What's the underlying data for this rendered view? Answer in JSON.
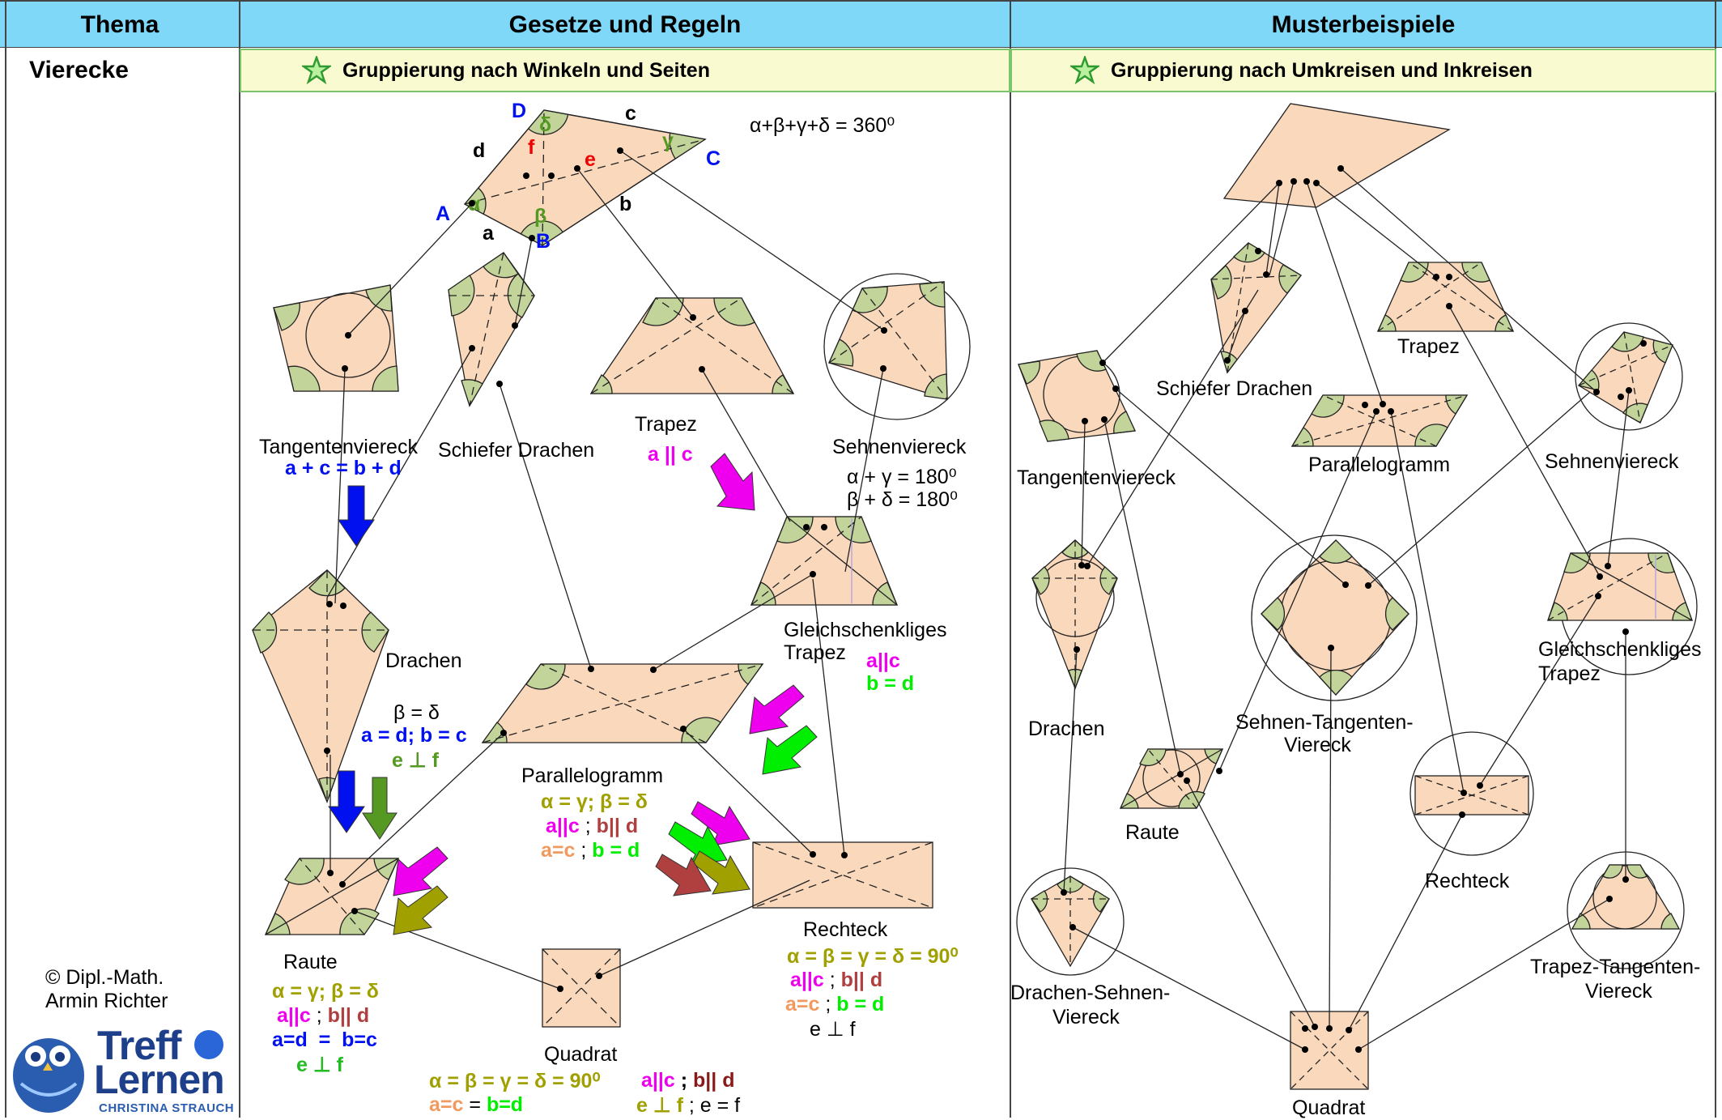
{
  "header": {
    "col1": "Thema",
    "col2": "Gesetze und Regeln",
    "col3": "Musterbeispiele"
  },
  "topic": "Vierecke",
  "left_subheader": "Gruppierung nach Winkeln und Seiten",
  "right_subheader": "Gruppierung nach Umkreisen und Inkreisen",
  "copyright": {
    "line1": "© Dipl.-Math.",
    "line2": "Armin Richter"
  },
  "logo": {
    "word1": "Treff",
    "word2": "Lernen",
    "sub": "CHRISTINA STRAUCH",
    "icon": "owl-icon"
  },
  "main_quad": {
    "vertices": [
      "A",
      "B",
      "C",
      "D"
    ],
    "sides": [
      "a",
      "b",
      "c",
      "d"
    ],
    "diagonals": [
      "e",
      "f"
    ],
    "angles": [
      "α",
      "β",
      "γ",
      "δ"
    ],
    "angle_sum": "α+β+γ+δ = 360⁰"
  },
  "left": {
    "tangentenviereck": {
      "name": "Tangentenviereck",
      "rule": "a + c = b + d"
    },
    "schiefer_drachen": {
      "name": "Schiefer Drachen"
    },
    "trapez": {
      "name": "Trapez",
      "rule": "a || c"
    },
    "sehnenviereck": {
      "name": "Sehnenviereck",
      "rule1": "α + γ = 180⁰",
      "rule2": "β + δ = 180⁰"
    },
    "gleichschenkliges_trapez": {
      "name1": "Gleichschenkliges",
      "name2": "Trapez",
      "rule1": "a||c",
      "rule2": "b = d"
    },
    "drachen": {
      "name": "Drachen",
      "rule1": "β = δ",
      "rule2": "a = d; b = c",
      "rule3": "e ⊥ f"
    },
    "parallelogramm": {
      "name": "Parallelogramm",
      "rule1": "α = γ;  β = δ",
      "rule2a": "a||c",
      "rule2b": "b|| d",
      "rule3a": "a=c",
      "rule3b": "b = d",
      "sep": ";"
    },
    "rechteck": {
      "name": "Rechteck",
      "rule1": "α = β = γ = δ = 90⁰",
      "rule2a": "a||c",
      "rule2b": "b|| d",
      "rule3a": "a=c",
      "rule3b": "b = d",
      "rule4": "e ⊥ f",
      "sep": ";"
    },
    "raute": {
      "name": "Raute",
      "rule1": "α = γ;  β = δ",
      "rule2a": "a||c",
      "rule2b": "b|| d",
      "rule3": "a=d  =  b=c",
      "rule4": "e ⊥ f",
      "sep": ";"
    },
    "quadrat": {
      "name": "Quadrat",
      "rule1": "α = β = γ = δ = 90⁰",
      "rule2a": "a||c",
      "rule2b": "b|| d",
      "rule3a": "a=c",
      "rule3mid": "=",
      "rule3b": "b=d",
      "rule4a": "e ⊥ f",
      "rule4b": "e = f",
      "sep": ";"
    }
  },
  "right": {
    "labels": {
      "schiefer_drachen": "Schiefer Drachen",
      "trapez": "Trapez",
      "tangentenviereck": "Tangentenviereck",
      "parallelogramm": "Parallelogramm",
      "sehnenviereck": "Sehnenviereck",
      "gleichschenkliges1": "Gleichschenkliges",
      "gleichschenkliges2": "Trapez",
      "drachen": "Drachen",
      "sehnen_tangenten1": "Sehnen-Tangenten-",
      "sehnen_tangenten2": "Viereck",
      "raute": "Raute",
      "rechteck": "Rechteck",
      "drachen_sehnen1": "Drachen-Sehnen-",
      "drachen_sehnen2": "Viereck",
      "trapez_tangenten1": "Trapez-Tangenten-",
      "trapez_tangenten2": "Viereck",
      "quadrat": "Quadrat"
    }
  },
  "colors": {
    "header_bg": "#7fd8f8",
    "subheader_bg": "#fafad0",
    "shape_fill": "#fad8bc",
    "angle_fill": "#c2d49a",
    "arrow_blue": "#0010ee",
    "arrow_green": "#559922",
    "arrow_magenta": "#ee00ee",
    "arrow_olive": "#a0a000",
    "arrow_lime": "#00ee00",
    "arrow_brown": "#b04040"
  }
}
